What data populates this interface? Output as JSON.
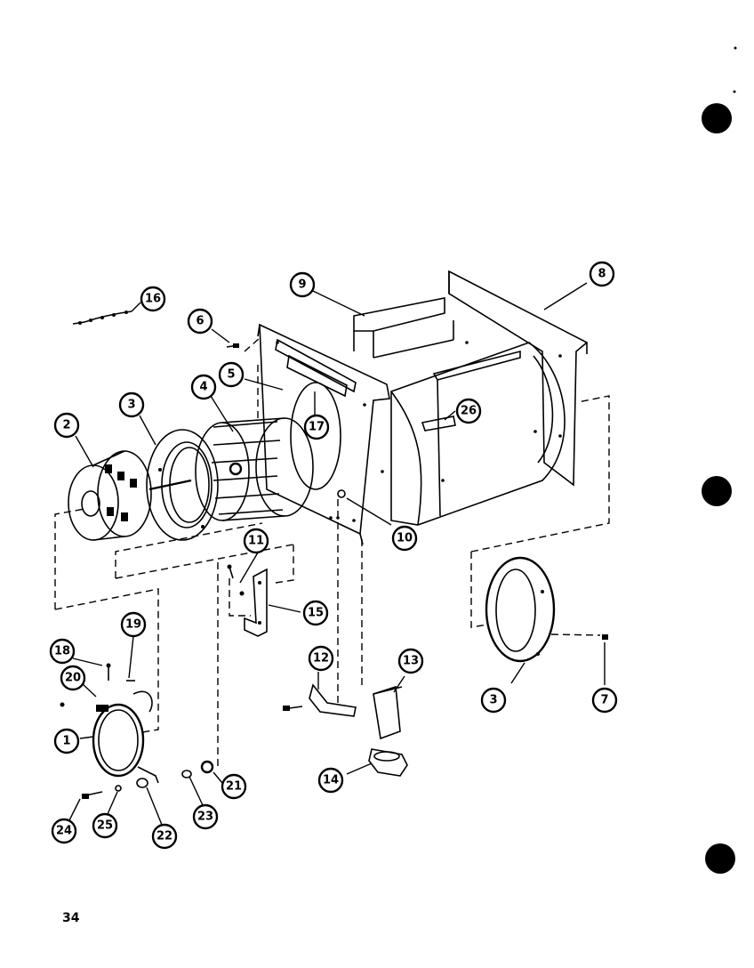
{
  "page": {
    "number": "34"
  },
  "callouts": [
    {
      "label": "1"
    },
    {
      "label": "2"
    },
    {
      "label": "3"
    },
    {
      "label": "3"
    },
    {
      "label": "4"
    },
    {
      "label": "5"
    },
    {
      "label": "6"
    },
    {
      "label": "7"
    },
    {
      "label": "8"
    },
    {
      "label": "9"
    },
    {
      "label": "10"
    },
    {
      "label": "11"
    },
    {
      "label": "12"
    },
    {
      "label": "13"
    },
    {
      "label": "14"
    },
    {
      "label": "15"
    },
    {
      "label": "16"
    },
    {
      "label": "17"
    },
    {
      "label": "18"
    },
    {
      "label": "19"
    },
    {
      "label": "20"
    },
    {
      "label": "21"
    },
    {
      "label": "22"
    },
    {
      "label": "23"
    },
    {
      "label": "24"
    },
    {
      "label": "25"
    },
    {
      "label": "26"
    }
  ]
}
